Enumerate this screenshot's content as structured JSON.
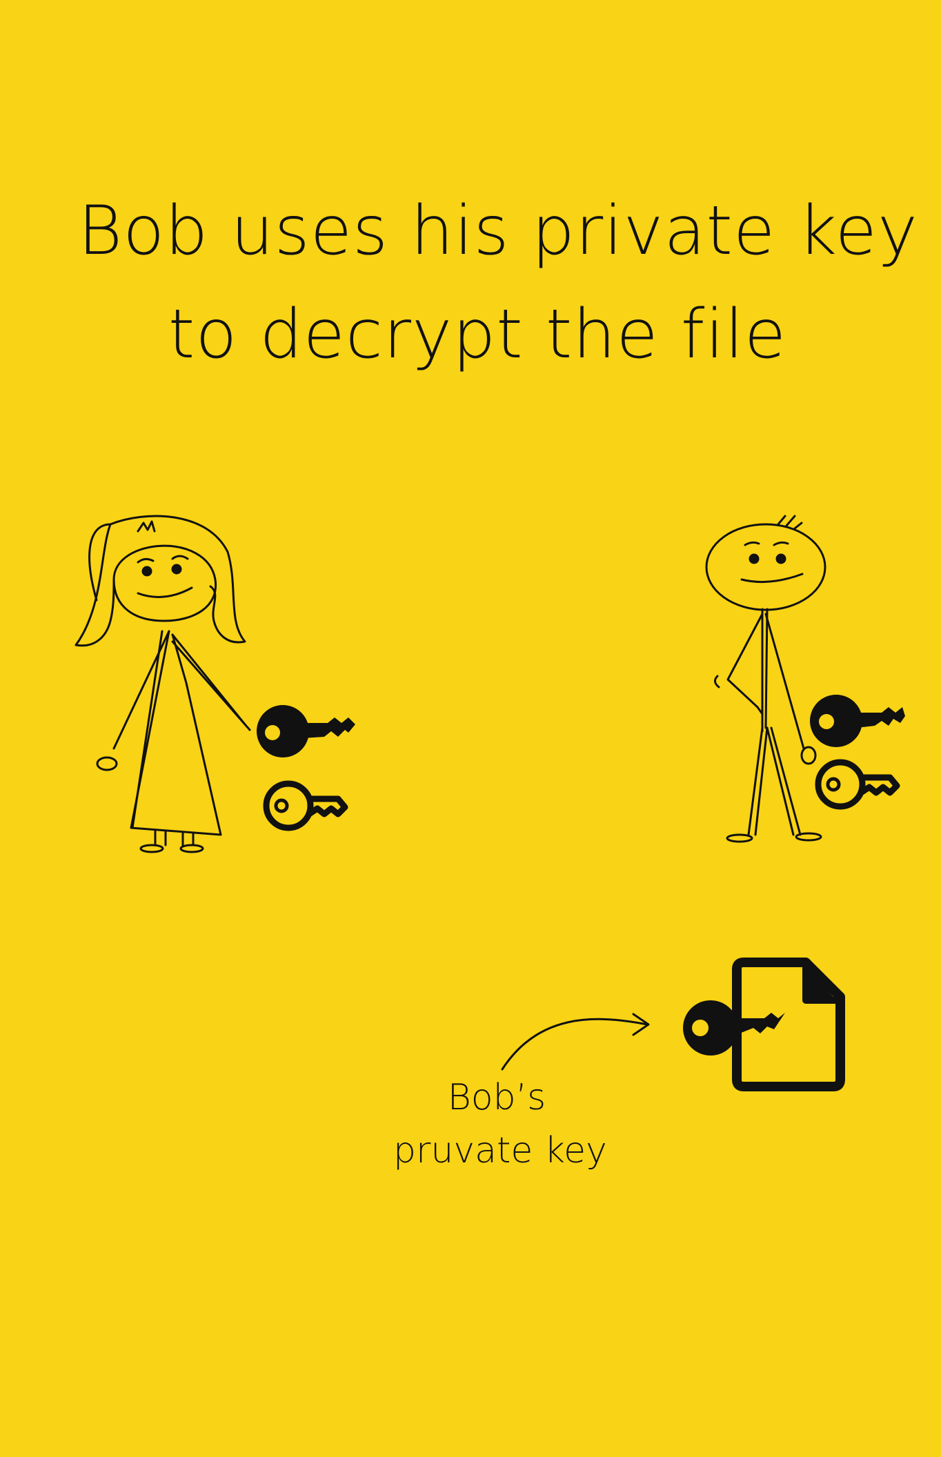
{
  "background_color": "#F9D315",
  "ink_color": "#111111",
  "heading": {
    "line1": "Bob uses his private key",
    "line2": "to decrypt the file"
  },
  "figures": {
    "alice": {
      "icons": [
        "private-key-icon",
        "public-key-icon"
      ]
    },
    "bob": {
      "icons": [
        "private-key-icon",
        "public-key-icon"
      ]
    }
  },
  "decrypt_step": {
    "caption_line1": "Bob’s",
    "caption_line2": "pruvate key",
    "icons": [
      "private-key-icon",
      "file-icon",
      "curved-arrow-icon"
    ]
  }
}
